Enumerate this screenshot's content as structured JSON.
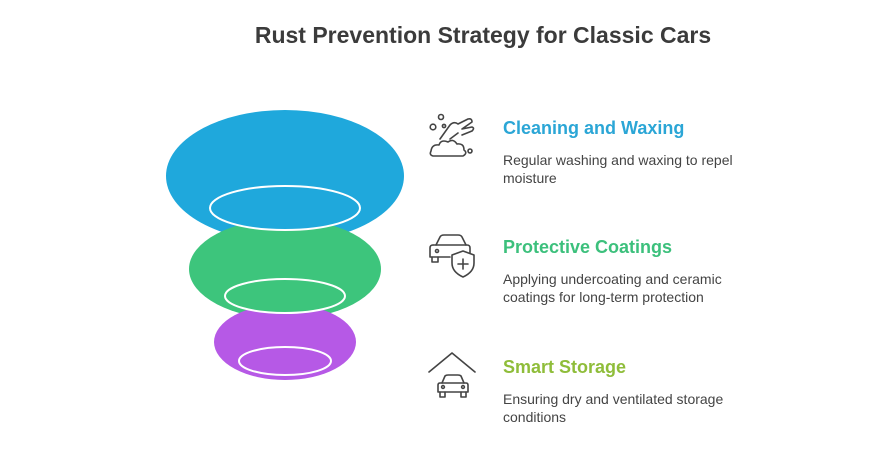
{
  "title": "Rust Prevention Strategy for Classic Cars",
  "colors": {
    "layer1": "#1fa8dc",
    "layer2": "#3dc57c",
    "layer3": "#b659e6",
    "heading1": "#2ba6d6",
    "heading2": "#3cc07c",
    "heading3": "#8fbd3a",
    "icon": "#444444"
  },
  "steps": [
    {
      "heading": "Cleaning and Waxing",
      "description": "Regular washing and waxing to repel moisture",
      "icon": "washing-hand-icon"
    },
    {
      "heading": "Protective Coatings",
      "description": "Applying undercoating and ceramic coatings for long-term protection",
      "icon": "car-shield-icon"
    },
    {
      "heading": "Smart Storage",
      "description": "Ensuring dry and ventilated storage conditions",
      "icon": "garage-car-icon"
    }
  ]
}
